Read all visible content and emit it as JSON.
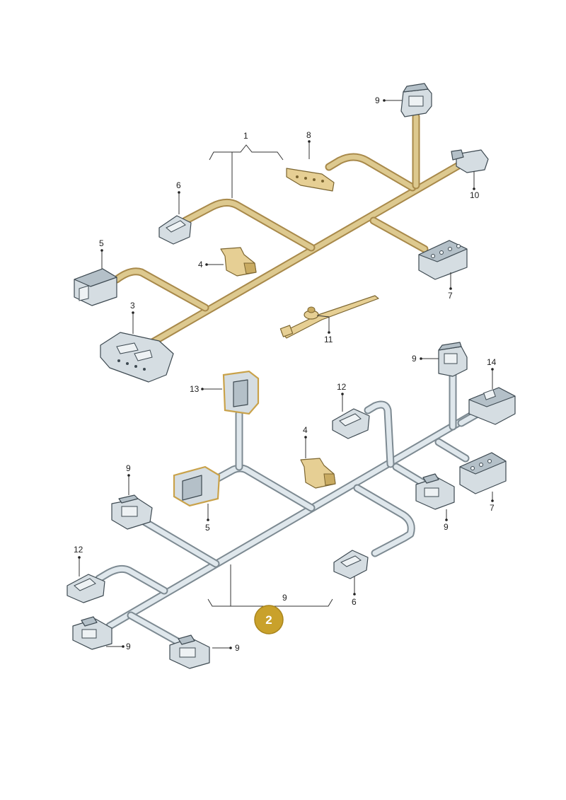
{
  "labels": {
    "c1": "1",
    "c3": "3",
    "c4_top": "4",
    "c5_top": "5",
    "c6_top": "6",
    "c7_top": "7",
    "c8": "8",
    "c9_top": "9",
    "c10": "10",
    "c11": "11",
    "c13": "13",
    "c4_bottom": "4",
    "c5_bottom": "5",
    "c6_bottom": "6",
    "c7_bottom": "7",
    "c9_bottom_top": "9",
    "c9_bottom_right": "9",
    "c9_bottom_left": "9",
    "c9_bottom_bracket": "9",
    "c9_bottom_lower_left": "9",
    "c9_bottom_lower_mid": "9",
    "c12_top": "12",
    "c12_bottom": "12",
    "c14": "14"
  },
  "badge": {
    "number": "2",
    "color": "#c9a12b"
  },
  "colors": {
    "gold_harness": "#ddc98f",
    "gray_harness": "#dfe7ec",
    "connector": "#d5dde2"
  }
}
